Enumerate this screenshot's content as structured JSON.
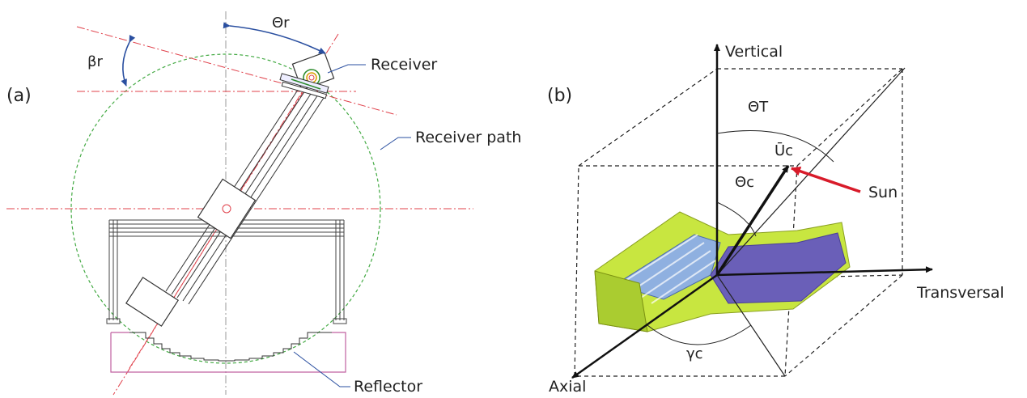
{
  "panel_a": {
    "label": "(a)",
    "theta_r": "Θr",
    "beta_r": "βr",
    "receiver": "Receiver",
    "receiver_path": "Receiver path",
    "reflector": "Reflector"
  },
  "panel_b": {
    "label": "(b)",
    "vertical": "Vertical",
    "transversal": "Transversal",
    "axial": "Axial",
    "sun": "Sun",
    "theta_t": "ΘT",
    "theta_c": "Θc",
    "u_c": "Ūc",
    "gamma_c": "γc"
  },
  "colors": {
    "centerline": "#e0404a",
    "path_circle": "#44aa44",
    "reflector_outline": "#c060a0",
    "sun_arrow": "#d81b2a",
    "guide_arrow": "#2a4fa0",
    "mirror_blue": "#7fa6d8",
    "mirror_green": "#c8e640",
    "mirror_purple": "#6a5fb8"
  }
}
